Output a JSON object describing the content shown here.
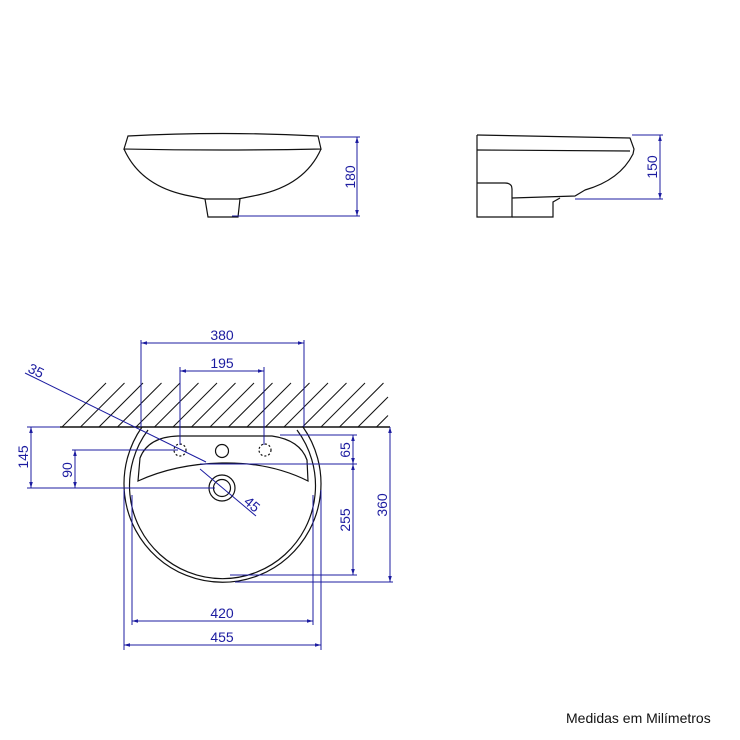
{
  "note": "Medidas em Milímetros",
  "colors": {
    "outline": "#111111",
    "dimension": "#1c1ca0"
  },
  "dimensions": {
    "front_height": "180",
    "side_height": "150",
    "overall_width_top": "380",
    "faucet_spacing": "195",
    "hole_diameter": "35",
    "wall_to_drain": "145",
    "hole_to_drain": "90",
    "deck_depth": "65",
    "bowl_depth": "255",
    "overall_depth": "360",
    "drain_diameter": "45",
    "inner_width": "420",
    "overall_width": "455"
  }
}
